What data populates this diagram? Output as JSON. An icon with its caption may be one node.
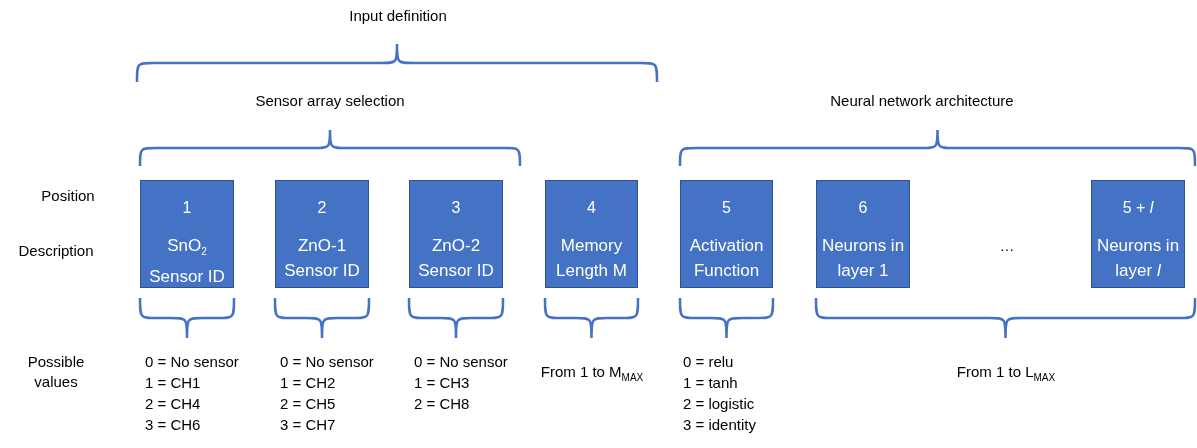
{
  "diagram": {
    "nodes": [
      {
        "text": [
          "1",
          "SnO$_{2}$ Sensor ID"
        ]
      },
      {
        "text": [
          "2",
          "ZnO-1 Sensor ID"
        ]
      },
      {
        "text": [
          "3",
          "ZnO-2 Sensor ID"
        ]
      },
      {
        "text": [
          "4",
          "Memory Length M"
        ]
      },
      {
        "text": [
          "5",
          "Activation Function"
        ]
      },
      {
        "text": [
          "6",
          "Neurons in layer 1"
        ]
      },
      {
        "text": [
          "5 + *l*",
          "Neurons in layer *l*"
        ]
      }
    ],
    "edges": [],
    "labels": [
      "Input definition",
      "Sensor array selection",
      "Neural network architecture",
      "Position",
      "Description",
      "…",
      "Possible values",
      "0 = No sensor",
      "1 = CH1",
      "2 = CH4",
      "3 = CH6",
      "0 = No sensor",
      "1 = CH2",
      "2 = CH5",
      "3 = CH7",
      "0 = No sensor",
      "1 = CH3",
      "2 = CH8",
      "From 1 to M$_{MAX}$",
      "0 = relu",
      "1 = tanh",
      "2 = logistic",
      "3 = identity",
      "From 1 to L$_{MAX}$"
    ]
  }
}
